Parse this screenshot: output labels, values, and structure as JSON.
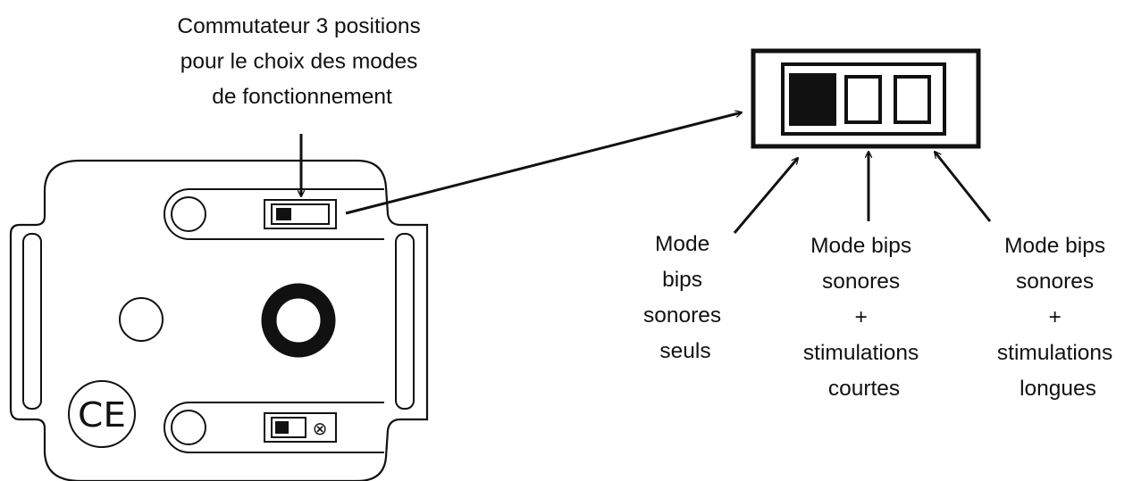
{
  "callouts": {
    "switch_title": [
      "Commutateur 3 positions",
      "pour le choix des modes",
      "de fonctionnement"
    ],
    "mode_1": [
      "Mode",
      "bips",
      "sonores",
      "seuls"
    ],
    "mode_2": [
      "Mode bips",
      "sonores",
      "+",
      "stimulations",
      "courtes"
    ],
    "mode_3": [
      "Mode bips",
      "sonores",
      "+",
      "stimulations",
      "longues"
    ]
  },
  "device": {
    "ce_mark": "CE",
    "off_symbol": "⊗"
  },
  "colors": {
    "ink": "#111111",
    "background": "#ffffff"
  }
}
